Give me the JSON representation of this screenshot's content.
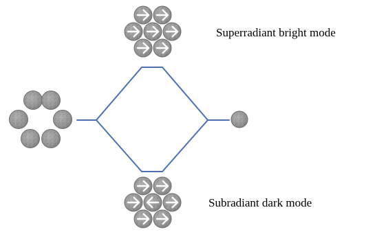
{
  "labels": {
    "bright_mode": "Superradiant bright mode",
    "dark_mode": "Subradiant dark mode"
  },
  "colors": {
    "connector": "#4a6fb5",
    "particle_fill": "#9a9a9a",
    "particle_edge": "#6e6e6e",
    "arrow": "#ffffff"
  },
  "clusters": {
    "hexamer": {
      "particle_count": 6,
      "arrows": []
    },
    "bright": {
      "particle_count": 7,
      "arrows": [
        "right",
        "right",
        "right",
        "right",
        "right",
        "right",
        "right"
      ]
    },
    "dark": {
      "particle_count": 7,
      "arrows": [
        "right",
        "right",
        "right",
        "left",
        "right",
        "right",
        "right"
      ]
    },
    "monomer": {
      "particle_count": 1
    }
  },
  "icons": {
    "particle": "textured-disk-icon",
    "arrow": "chevron-arrow-icon"
  }
}
